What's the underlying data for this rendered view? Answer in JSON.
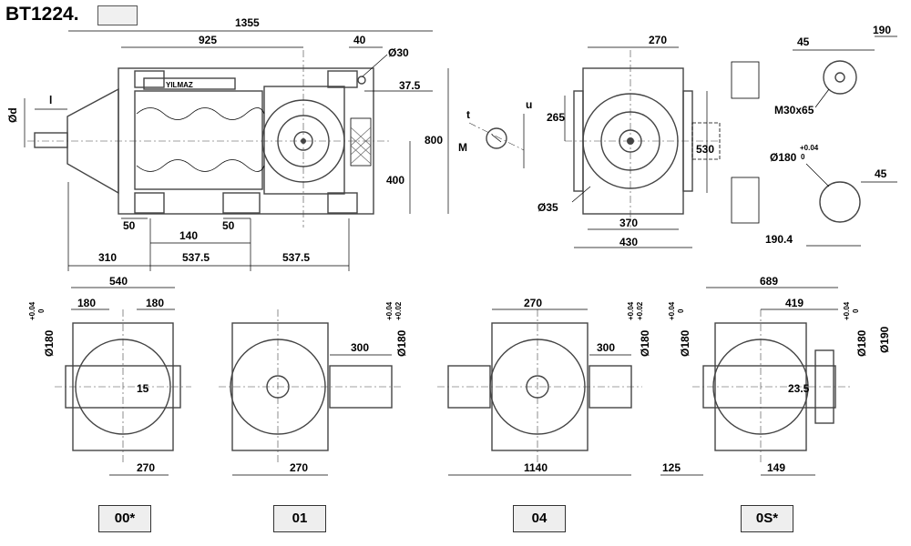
{
  "title": "BT1224.",
  "top_view": {
    "overall_length": "1355",
    "inner_length": "925",
    "edge_offset": "40",
    "hole_diameter": "Ø30",
    "hole_offset": "37.5",
    "height": "800",
    "half_height": "400",
    "shaft_diameter_label": "Ød",
    "shaft_length_label": "l",
    "foot_width_a": "50",
    "foot_width_b": "50",
    "foot_spacing": "140",
    "shaft_to_foot": "310",
    "span_a": "537.5",
    "span_b": "537.5",
    "brand": "YILMAZ"
  },
  "key_detail": {
    "t": "t",
    "u": "u",
    "m": "M"
  },
  "side_view": {
    "width_top": "270",
    "height_left": "265",
    "center_height": "530",
    "hole_diameter": "Ø35",
    "width_inner": "370",
    "width_outer": "430"
  },
  "shaft_detail": {
    "dim_45_top": "45",
    "dim_190": "190",
    "thread": "M30x65",
    "bore": "Ø180",
    "bore_tol_upper": "+0.04",
    "bore_tol_lower": "0",
    "dim_45_bottom": "45",
    "dim_190_4": "190.4"
  },
  "variants": [
    {
      "code": "00*",
      "width": "540",
      "left": "180",
      "right": "180",
      "center": "15",
      "bottom": "270",
      "bore": "Ø180",
      "tol_upper": "+0.04",
      "tol_lower": "0"
    },
    {
      "code": "01",
      "shaft_length": "300",
      "bottom": "270",
      "bore": "Ø180",
      "tol_upper": "+0.04",
      "tol_lower": "+0.02"
    },
    {
      "code": "04",
      "width": "270",
      "shaft_length": "300",
      "total": "1140",
      "bore": "Ø180",
      "tol_upper": "+0.04",
      "tol_lower": "+0.02"
    },
    {
      "code": "0S*",
      "width": "689",
      "inner": "419",
      "center": "23.5",
      "left_offset": "125",
      "right_offset": "149",
      "bore_left": "Ø180",
      "bore_left_tol_upper": "+0.04",
      "bore_left_tol_lower": "0",
      "bore_right": "Ø180",
      "bore_right_tol_upper": "+0.04",
      "bore_right_tol_lower": "0",
      "outer": "Ø190"
    }
  ]
}
